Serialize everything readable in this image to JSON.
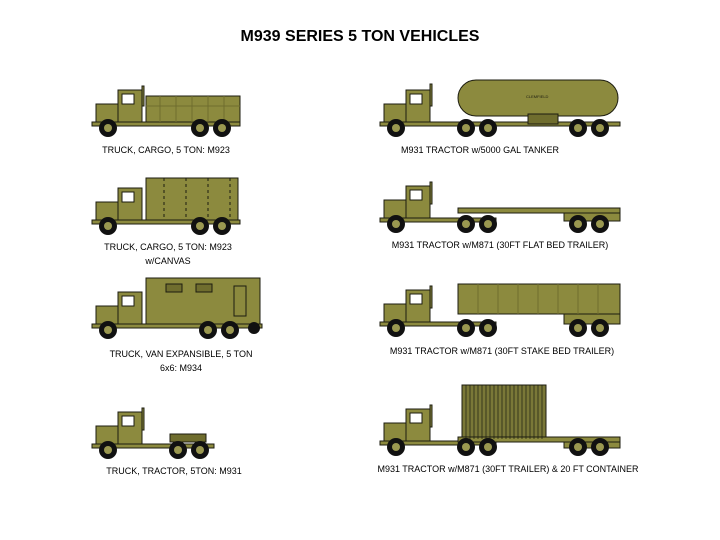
{
  "title": "M939 SERIES 5 TON VEHICLES",
  "colors": {
    "olive": "#8c8a3e",
    "olive_dark": "#6f6d2e",
    "outline": "#1c1c10",
    "tire": "#111111",
    "hub": "#9a9850"
  },
  "vehicles": [
    {
      "caption_line1": "TRUCK, CARGO, 5 TON: M923",
      "caption_line2": "",
      "icon": "cargo-truck-icon"
    },
    {
      "caption_line1": "TRUCK, CARGO, 5 TON: M923",
      "caption_line2": "w/CANVAS",
      "icon": "canvas-cargo-truck-icon"
    },
    {
      "caption_line1": "TRUCK, VAN EXPANSIBLE, 5 TON",
      "caption_line2": "6x6: M934",
      "icon": "van-truck-icon"
    },
    {
      "caption_line1": "TRUCK, TRACTOR, 5TON:   M931",
      "caption_line2": "",
      "icon": "tractor-truck-icon"
    },
    {
      "caption_line1": "M931 TRACTOR w/5000 GAL TANKER",
      "caption_line2": "",
      "icon": "tanker-tractor-icon"
    },
    {
      "caption_line1": "M931 TRACTOR w/M871 (30FT FLAT BED TRAILER)",
      "caption_line2": "",
      "icon": "flatbed-tractor-icon"
    },
    {
      "caption_line1": "M931 TRACTOR w/M871 (30FT STAKE BED TRAILER)",
      "caption_line2": "",
      "icon": "stakebed-tractor-icon"
    },
    {
      "caption_line1": "M931 TRACTOR w/M871 (30FT TRAILER) & 20 FT CONTAINER",
      "caption_line2": "",
      "icon": "container-tractor-icon"
    }
  ],
  "tank_label": "CLEMFIELD"
}
